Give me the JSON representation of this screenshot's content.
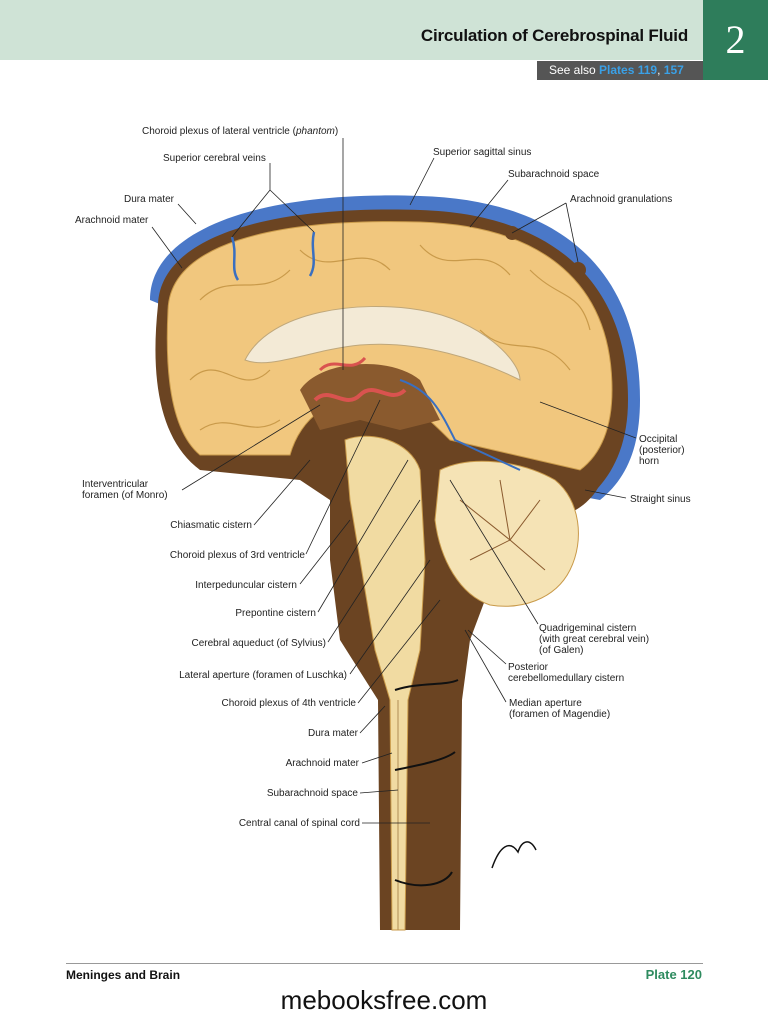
{
  "header": {
    "title": "Circulation of Cerebrospinal Fluid",
    "chapter_number": "2",
    "see_also_prefix": "See also",
    "see_also_link1": "Plates 119",
    "see_also_sep": ",",
    "see_also_link2": "157"
  },
  "labels": {
    "choroid_lateral_prefix": "Choroid plexus of lateral ventricle (",
    "choroid_lateral_italic": "phantom",
    "choroid_lateral_suffix": ")",
    "superior_cerebral_veins": "Superior cerebral veins",
    "superior_sagittal_sinus": "Superior sagittal sinus",
    "subarachnoid_space_top": "Subarachnoid space",
    "dura_mater_top": "Dura mater",
    "arachnoid_granulations": "Arachnoid granulations",
    "arachnoid_mater_top": "Arachnoid mater",
    "occipital_1": "Occipital",
    "occipital_2": "(posterior)",
    "occipital_3": "horn",
    "monro_1": "Interventricular",
    "monro_2": "foramen (of Monro)",
    "straight_sinus": "Straight sinus",
    "chiasmatic_cistern": "Chiasmatic cistern",
    "choroid_3rd": "Choroid plexus of 3rd ventricle",
    "interpeduncular_cistern": "Interpeduncular cistern",
    "prepontine_cistern": "Prepontine cistern",
    "quadrigeminal_1": "Quadrigeminal cistern",
    "quadrigeminal_2": "(with great cerebral vein)",
    "quadrigeminal_3": "(of Galen)",
    "cerebral_aqueduct": "Cerebral aqueduct (of Sylvius)",
    "posterior_cm_1": "Posterior",
    "posterior_cm_2": "cerebellomedullary cistern",
    "lateral_aperture": "Lateral aperture (foramen of Luschka)",
    "choroid_4th": "Choroid plexus of 4th ventricle",
    "median_aperture_1": "Median aperture",
    "median_aperture_2": "(foramen of Magendie)",
    "dura_mater_spine": "Dura mater",
    "arachnoid_mater_spine": "Arachnoid mater",
    "subarachnoid_space_spine": "Subarachnoid space",
    "central_canal": "Central canal of spinal cord"
  },
  "colors": {
    "header_band": "#cfe3d6",
    "chapter_tab": "#2e7d5b",
    "see_also_bg": "#555555",
    "link": "#3aa0e6",
    "plate": "#2e8b5f",
    "sinus_blue": "#4a78c8",
    "brain_tan": "#f1c77e",
    "csf_brown": "#6b4422",
    "choroid_red": "#d9534f"
  },
  "footer": {
    "section": "Meninges and Brain",
    "plate": "Plate 120"
  },
  "watermark": "mebooksfree.com"
}
